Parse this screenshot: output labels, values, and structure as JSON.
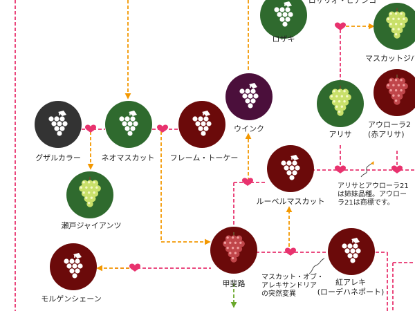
{
  "colors": {
    "black_variety": "#333333",
    "green_variety": "#2f6a2e",
    "red_variety": "#6b0a0a",
    "purple_variety": "#4b0f3b",
    "photo_bg_green": "#2f6a2e",
    "photo_bg_red": "#6b0a0a",
    "cross_line": "#e8326e",
    "descent_arrow": "#f39800",
    "mutation_arrow": "#6aa82a",
    "grape_icon": "#ffffff"
  },
  "nodes": {
    "gyuzalkara": {
      "label": "グザルカラー",
      "kind": "black",
      "icon": "grape-icon"
    },
    "neo_muscat": {
      "label": "ネオマスカット",
      "kind": "green",
      "icon": "grape-icon"
    },
    "flame_tokay": {
      "label": "フレーム・トーケー",
      "kind": "red",
      "icon": "grape-icon"
    },
    "seto_giants": {
      "label": "瀬戸ジャイアンツ",
      "kind": "green-photo",
      "icon": "green-grape-photo"
    },
    "morgenschoen": {
      "label": "モルゲンシェーン",
      "kind": "red",
      "icon": "grape-icon"
    },
    "kofu": {
      "label": "甲斐路",
      "kind": "red-photo",
      "icon": "red-grape-photo"
    },
    "wink": {
      "label": "ウインク",
      "kind": "purple",
      "icon": "grape-icon"
    },
    "rubel_muscat": {
      "label": "ルーベルマスカット",
      "kind": "red",
      "icon": "grape-icon"
    },
    "rozaki": {
      "label": "ロザキ",
      "kind": "green",
      "icon": "grape-icon"
    },
    "muscat_jiru": {
      "label": "マスカットジバ",
      "kind": "green-photo",
      "icon": "green-grape-photo"
    },
    "alisa": {
      "label": "アリサ",
      "kind": "green-photo",
      "icon": "green-grape-photo"
    },
    "aurora21": {
      "label": "アウローラ2\n(赤アリサ)",
      "kind": "red-photo",
      "icon": "red-grape-photo"
    },
    "beni_aleki": {
      "label": "紅アレキ\n(ローデハネポート)",
      "kind": "red",
      "icon": "grape-icon"
    }
  },
  "top_partial_label": "ロザリオ・ビアンコ",
  "notes": {
    "alisa_aurora": "アリサとアウローラ21\nは姉妹品種。アウロー\nラ21は商標です。",
    "muscat_alexandria": "マスカット・オブ・\nアレキサンドリア\nの突然変異"
  }
}
